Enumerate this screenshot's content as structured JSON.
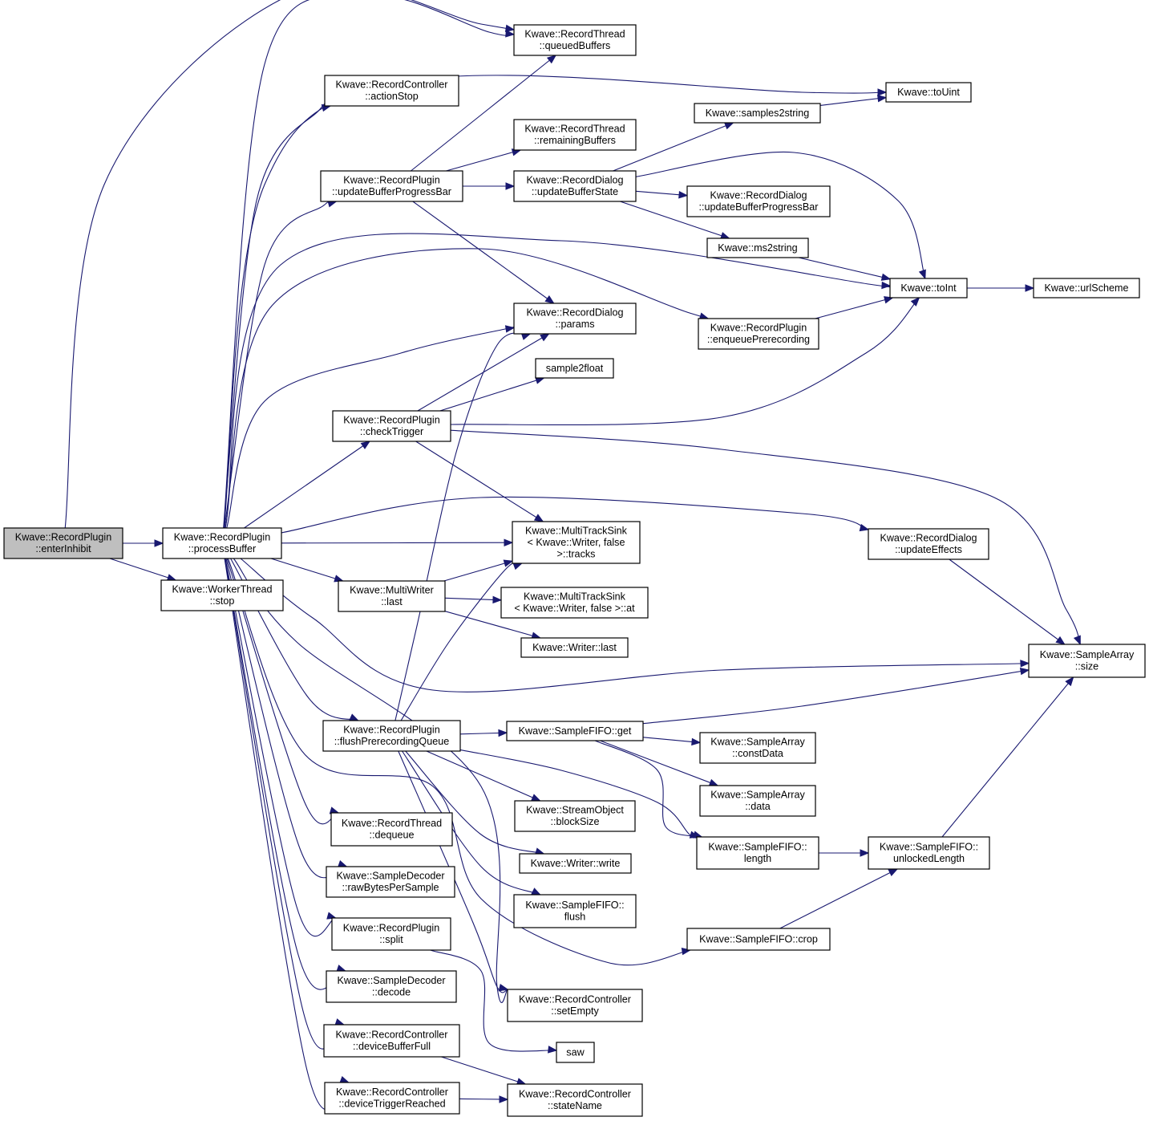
{
  "colors": {
    "edge": "#191970",
    "root_fill": "#bfbfbf",
    "node_fill": "#ffffff",
    "border": "#000000"
  },
  "nodes": [
    {
      "id": "enterInhibit",
      "lines": [
        "Kwave::RecordPlugin",
        "::enterInhibit"
      ],
      "root": true
    },
    {
      "id": "processBuffer",
      "lines": [
        "Kwave::RecordPlugin",
        "::processBuffer"
      ]
    },
    {
      "id": "workerStop",
      "lines": [
        "Kwave::WorkerThread",
        "::stop"
      ]
    },
    {
      "id": "queuedBuffers",
      "lines": [
        "Kwave::RecordThread",
        "::queuedBuffers"
      ]
    },
    {
      "id": "actionStop",
      "lines": [
        "Kwave::RecordController",
        "::actionStop"
      ]
    },
    {
      "id": "updateBufferProgressBar",
      "lines": [
        "Kwave::RecordPlugin",
        "::updateBufferProgressBar"
      ]
    },
    {
      "id": "remainingBuffers",
      "lines": [
        "Kwave::RecordThread",
        "::remainingBuffers"
      ]
    },
    {
      "id": "updateBufferState",
      "lines": [
        "Kwave::RecordDialog",
        "::updateBufferState"
      ]
    },
    {
      "id": "toUint",
      "lines": [
        "Kwave::toUint"
      ]
    },
    {
      "id": "samples2string",
      "lines": [
        "Kwave::samples2string"
      ]
    },
    {
      "id": "dlgUpdateBufferProgressBar",
      "lines": [
        "Kwave::RecordDialog",
        "::updateBufferProgressBar"
      ]
    },
    {
      "id": "ms2string",
      "lines": [
        "Kwave::ms2string"
      ]
    },
    {
      "id": "toInt",
      "lines": [
        "Kwave::toInt"
      ]
    },
    {
      "id": "urlScheme",
      "lines": [
        "Kwave::urlScheme"
      ]
    },
    {
      "id": "params",
      "lines": [
        "Kwave::RecordDialog",
        "::params"
      ]
    },
    {
      "id": "enqueuePrerecording",
      "lines": [
        "Kwave::RecordPlugin",
        "::enqueuePrerecording"
      ]
    },
    {
      "id": "sample2float",
      "lines": [
        "sample2float"
      ]
    },
    {
      "id": "checkTrigger",
      "lines": [
        "Kwave::RecordPlugin",
        "::checkTrigger"
      ]
    },
    {
      "id": "tracks",
      "lines": [
        "Kwave::MultiTrackSink",
        "< Kwave::Writer, false",
        ">::tracks"
      ]
    },
    {
      "id": "updateEffects",
      "lines": [
        "Kwave::RecordDialog",
        "::updateEffects"
      ]
    },
    {
      "id": "multiWriterLast",
      "lines": [
        "Kwave::MultiWriter",
        "::last"
      ]
    },
    {
      "id": "at",
      "lines": [
        "Kwave::MultiTrackSink",
        "< Kwave::Writer, false >::at"
      ]
    },
    {
      "id": "writerLast",
      "lines": [
        "Kwave::Writer::last"
      ]
    },
    {
      "id": "arraySize",
      "lines": [
        "Kwave::SampleArray",
        "::size"
      ]
    },
    {
      "id": "flushPrerecordingQueue",
      "lines": [
        "Kwave::RecordPlugin",
        "::flushPrerecordingQueue"
      ]
    },
    {
      "id": "fifoGet",
      "lines": [
        "Kwave::SampleFIFO::get"
      ]
    },
    {
      "id": "constData",
      "lines": [
        "Kwave::SampleArray",
        "::constData"
      ]
    },
    {
      "id": "arrayData",
      "lines": [
        "Kwave::SampleArray",
        "::data"
      ]
    },
    {
      "id": "blockSize",
      "lines": [
        "Kwave::StreamObject",
        "::blockSize"
      ]
    },
    {
      "id": "dequeue",
      "lines": [
        "Kwave::RecordThread",
        "::dequeue"
      ]
    },
    {
      "id": "fifoLength",
      "lines": [
        "Kwave::SampleFIFO::",
        "length"
      ]
    },
    {
      "id": "unlockedLength",
      "lines": [
        "Kwave::SampleFIFO::",
        "unlockedLength"
      ]
    },
    {
      "id": "writerWrite",
      "lines": [
        "Kwave::Writer::write"
      ]
    },
    {
      "id": "rawBytesPerSample",
      "lines": [
        "Kwave::SampleDecoder",
        "::rawBytesPerSample"
      ]
    },
    {
      "id": "fifoFlush",
      "lines": [
        "Kwave::SampleFIFO::",
        "flush"
      ]
    },
    {
      "id": "split",
      "lines": [
        "Kwave::RecordPlugin",
        "::split"
      ]
    },
    {
      "id": "fifoCrop",
      "lines": [
        "Kwave::SampleFIFO::crop"
      ]
    },
    {
      "id": "decode",
      "lines": [
        "Kwave::SampleDecoder",
        "::decode"
      ]
    },
    {
      "id": "setEmpty",
      "lines": [
        "Kwave::RecordController",
        "::setEmpty"
      ]
    },
    {
      "id": "saw",
      "lines": [
        "saw"
      ]
    },
    {
      "id": "deviceBufferFull",
      "lines": [
        "Kwave::RecordController",
        "::deviceBufferFull"
      ]
    },
    {
      "id": "deviceTriggerReached",
      "lines": [
        "Kwave::RecordController",
        "::deviceTriggerReached"
      ]
    },
    {
      "id": "stateName",
      "lines": [
        "Kwave::RecordController",
        "::stateName"
      ]
    }
  ],
  "edges": [
    [
      "enterInhibit",
      "processBuffer"
    ],
    [
      "enterInhibit",
      "workerStop"
    ],
    [
      "enterInhibit",
      "queuedBuffers"
    ],
    [
      "processBuffer",
      "queuedBuffers"
    ],
    [
      "processBuffer",
      "actionStop"
    ],
    [
      "processBuffer",
      "toUint"
    ],
    [
      "processBuffer",
      "updateBufferProgressBar"
    ],
    [
      "processBuffer",
      "toInt"
    ],
    [
      "processBuffer",
      "enqueuePrerecording"
    ],
    [
      "processBuffer",
      "params"
    ],
    [
      "processBuffer",
      "checkTrigger"
    ],
    [
      "processBuffer",
      "tracks"
    ],
    [
      "processBuffer",
      "updateEffects"
    ],
    [
      "processBuffer",
      "multiWriterLast"
    ],
    [
      "processBuffer",
      "arraySize"
    ],
    [
      "processBuffer",
      "flushPrerecordingQueue"
    ],
    [
      "processBuffer",
      "dequeue"
    ],
    [
      "processBuffer",
      "rawBytesPerSample"
    ],
    [
      "processBuffer",
      "split"
    ],
    [
      "processBuffer",
      "decode"
    ],
    [
      "processBuffer",
      "deviceBufferFull"
    ],
    [
      "processBuffer",
      "deviceTriggerReached"
    ],
    [
      "processBuffer",
      "fifoCrop"
    ],
    [
      "processBuffer",
      "setEmpty"
    ],
    [
      "updateBufferProgressBar",
      "queuedBuffers"
    ],
    [
      "updateBufferProgressBar",
      "remainingBuffers"
    ],
    [
      "updateBufferProgressBar",
      "updateBufferState"
    ],
    [
      "updateBufferProgressBar",
      "params"
    ],
    [
      "updateBufferState",
      "samples2string"
    ],
    [
      "updateBufferState",
      "dlgUpdateBufferProgressBar"
    ],
    [
      "updateBufferState",
      "ms2string"
    ],
    [
      "updateBufferState",
      "toInt"
    ],
    [
      "samples2string",
      "toUint"
    ],
    [
      "ms2string",
      "toInt"
    ],
    [
      "toInt",
      "urlScheme"
    ],
    [
      "enqueuePrerecording",
      "toInt"
    ],
    [
      "checkTrigger",
      "params"
    ],
    [
      "checkTrigger",
      "sample2float"
    ],
    [
      "checkTrigger",
      "toInt"
    ],
    [
      "checkTrigger",
      "tracks"
    ],
    [
      "checkTrigger",
      "arraySize"
    ],
    [
      "multiWriterLast",
      "tracks"
    ],
    [
      "multiWriterLast",
      "at"
    ],
    [
      "multiWriterLast",
      "writerLast"
    ],
    [
      "updateEffects",
      "arraySize"
    ],
    [
      "flushPrerecordingQueue",
      "params"
    ],
    [
      "flushPrerecordingQueue",
      "tracks"
    ],
    [
      "flushPrerecordingQueue",
      "fifoGet"
    ],
    [
      "flushPrerecordingQueue",
      "blockSize"
    ],
    [
      "flushPrerecordingQueue",
      "fifoLength"
    ],
    [
      "flushPrerecordingQueue",
      "writerWrite"
    ],
    [
      "flushPrerecordingQueue",
      "fifoFlush"
    ],
    [
      "flushPrerecordingQueue",
      "setEmpty"
    ],
    [
      "fifoGet",
      "arraySize"
    ],
    [
      "fifoGet",
      "constData"
    ],
    [
      "fifoGet",
      "arrayData"
    ],
    [
      "fifoGet",
      "fifoLength"
    ],
    [
      "fifoLength",
      "unlockedLength"
    ],
    [
      "unlockedLength",
      "arraySize"
    ],
    [
      "fifoCrop",
      "unlockedLength"
    ],
    [
      "split",
      "saw"
    ],
    [
      "deviceBufferFull",
      "stateName"
    ],
    [
      "deviceTriggerReached",
      "stateName"
    ]
  ]
}
